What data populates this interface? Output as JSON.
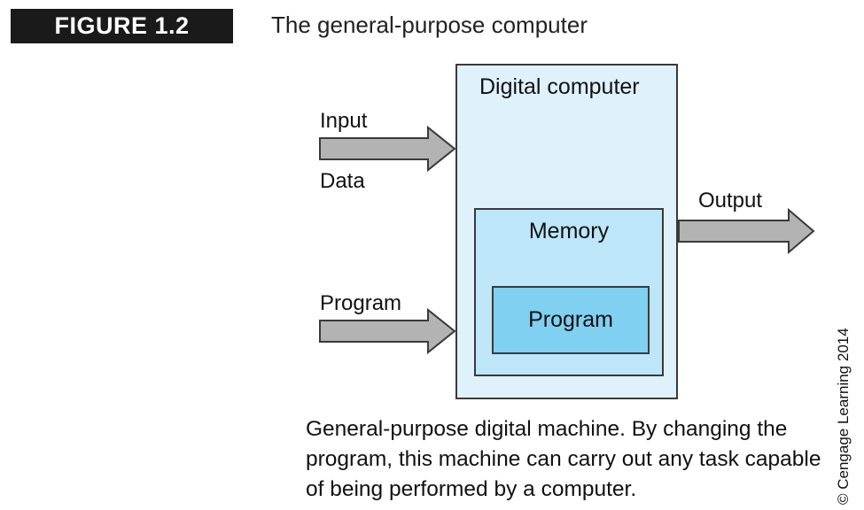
{
  "figure": {
    "label": "FIGURE 1.2",
    "title": "The general-purpose computer"
  },
  "diagram": {
    "outer_box_label": "Digital computer",
    "memory_label": "Memory",
    "program_box_label": "Program",
    "input_label": "Input",
    "data_label": "Data",
    "program_arrow_label": "Program",
    "output_label": "Output"
  },
  "caption": "General-purpose digital machine. By changing the program, this machine can carry out any task capable of being performed by a computer.",
  "copyright": "© Cengage Learning 2014",
  "colors": {
    "outer_fill": "#dff1fb",
    "memory_fill": "#bde6f8",
    "program_fill": "#7fd0f1",
    "arrow_fill": "#b3b3b3"
  }
}
